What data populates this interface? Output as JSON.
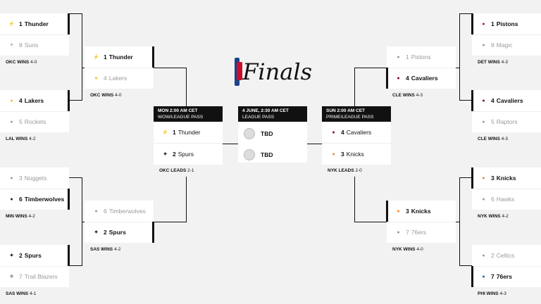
{
  "finals_logo": {
    "text": "Finals"
  },
  "west": {
    "r1": [
      {
        "top": {
          "seed": "1",
          "name": "Thunder",
          "logo": "thunder-logo",
          "win": true
        },
        "bottom": {
          "seed": "8",
          "name": "Suns",
          "logo": "suns-logo",
          "win": false
        },
        "status": "OKC WINS",
        "score": "4-0"
      },
      {
        "top": {
          "seed": "4",
          "name": "Lakers",
          "logo": "lakers-logo",
          "win": true
        },
        "bottom": {
          "seed": "5",
          "name": "Rockets",
          "logo": "rockets-logo",
          "win": false
        },
        "status": "LAL WINS",
        "score": "4-2"
      },
      {
        "top": {
          "seed": "3",
          "name": "Nuggets",
          "logo": "nuggets-logo",
          "win": false
        },
        "bottom": {
          "seed": "6",
          "name": "Timberwolves",
          "logo": "timberwolves-logo",
          "win": true
        },
        "status": "MIN WINS",
        "score": "4-2"
      },
      {
        "top": {
          "seed": "2",
          "name": "Spurs",
          "logo": "spurs-logo",
          "win": true
        },
        "bottom": {
          "seed": "7",
          "name": "Trail Blazers",
          "logo": "trail-blazers-logo",
          "win": false
        },
        "status": "SAS WINS",
        "score": "4-1"
      }
    ],
    "r2": [
      {
        "top": {
          "seed": "1",
          "name": "Thunder",
          "logo": "thunder-logo",
          "win": true
        },
        "bottom": {
          "seed": "4",
          "name": "Lakers",
          "logo": "lakers-logo",
          "win": false
        },
        "status": "OKC WINS",
        "score": "4-0"
      },
      {
        "top": {
          "seed": "6",
          "name": "Timberwolves",
          "logo": "timberwolves-logo",
          "win": false
        },
        "bottom": {
          "seed": "2",
          "name": "Spurs",
          "logo": "spurs-logo",
          "win": true
        },
        "status": "SAS WINS",
        "score": "4-2"
      }
    ],
    "cf": {
      "header": "MON 2:00 AM CET",
      "network": "WOW/LEAGUE PASS",
      "top": {
        "seed": "1",
        "name": "Thunder",
        "logo": "thunder-logo"
      },
      "bottom": {
        "seed": "2",
        "name": "Spurs",
        "logo": "spurs-logo"
      },
      "status": "OKC LEADS",
      "score": "2-1"
    }
  },
  "finals": {
    "header": "4 JUNE, 2:30 AM CET",
    "network": "LEAGUE PASS",
    "top": {
      "name": "TBD"
    },
    "bottom": {
      "name": "TBD"
    }
  },
  "east": {
    "r1": [
      {
        "top": {
          "seed": "1",
          "name": "Pistons",
          "logo": "pistons-logo",
          "win": true
        },
        "bottom": {
          "seed": "8",
          "name": "Magic",
          "logo": "magic-logo",
          "win": false
        },
        "status": "DET WINS",
        "score": "4-3"
      },
      {
        "top": {
          "seed": "4",
          "name": "Cavaliers",
          "logo": "cavaliers-logo",
          "win": true
        },
        "bottom": {
          "seed": "5",
          "name": "Raptors",
          "logo": "raptors-logo",
          "win": false
        },
        "status": "CLE WINS",
        "score": "4-3"
      },
      {
        "top": {
          "seed": "3",
          "name": "Knicks",
          "logo": "knicks-logo",
          "win": true
        },
        "bottom": {
          "seed": "6",
          "name": "Hawks",
          "logo": "hawks-logo",
          "win": false
        },
        "status": "NYK WINS",
        "score": "4-2"
      },
      {
        "top": {
          "seed": "2",
          "name": "Celtics",
          "logo": "celtics-logo",
          "win": false
        },
        "bottom": {
          "seed": "7",
          "name": "76ers",
          "logo": "76ers-logo",
          "win": true
        },
        "status": "PHI WINS",
        "score": "4-3"
      }
    ],
    "r2": [
      {
        "top": {
          "seed": "1",
          "name": "Pistons",
          "logo": "pistons-logo",
          "win": false
        },
        "bottom": {
          "seed": "4",
          "name": "Cavaliers",
          "logo": "cavaliers-logo",
          "win": true
        },
        "status": "CLE WINS",
        "score": "4-3"
      },
      {
        "top": {
          "seed": "3",
          "name": "Knicks",
          "logo": "knicks-logo",
          "win": true
        },
        "bottom": {
          "seed": "7",
          "name": "76ers",
          "logo": "76ers-logo",
          "win": false
        },
        "status": "NYK WINS",
        "score": "4-0"
      }
    ],
    "cf": {
      "header": "SUN 2:00 AM CET",
      "network": "PRIME/LEAGUE PASS",
      "top": {
        "seed": "4",
        "name": "Cavaliers",
        "logo": "cavaliers-logo"
      },
      "bottom": {
        "seed": "3",
        "name": "Knicks",
        "logo": "knicks-logo"
      },
      "status": "NYK LEADS",
      "score": "2-0"
    }
  },
  "colors": {
    "background": "#f2f2f2",
    "card": "#ffffff",
    "line": "#111111",
    "loser_text": "#9a9a9a"
  }
}
